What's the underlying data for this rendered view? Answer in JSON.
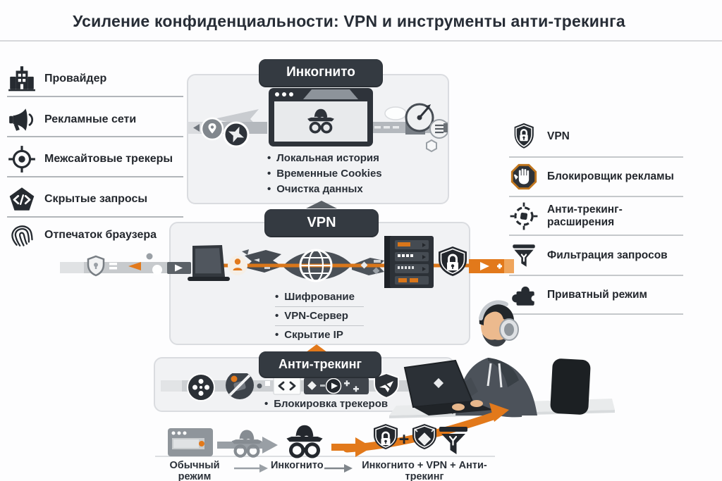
{
  "title": {
    "strong": "Усиление конфиденциальности: VPN",
    "rest": "и инструменты анти-трекинга"
  },
  "glyphs": {
    "bullet": "•"
  },
  "threats": {
    "items": [
      {
        "label": "Провайдер",
        "icon": "building-icon"
      },
      {
        "label": "Рекламные сети",
        "icon": "megaphone-icon"
      },
      {
        "label": "Межсайтовые трекеры",
        "icon": "crosshair-icon"
      },
      {
        "label": "Скрытые запросы",
        "icon": "code-badge-icon"
      },
      {
        "label": "Отпечаток браузера",
        "icon": "fingerprint-icon"
      }
    ]
  },
  "tools": {
    "items": [
      {
        "label": "VPN",
        "icon": "shield-lock-icon"
      },
      {
        "label": "Блокировщик рекламы",
        "icon": "hand-stop-icon"
      },
      {
        "label": "Анти-трекинг-расширения",
        "icon": "target-dashed-icon"
      },
      {
        "label": "Фильтрация запросов",
        "icon": "funnel-icon"
      },
      {
        "label": "Приватный режим",
        "icon": "puzzle-icon"
      }
    ]
  },
  "panels": {
    "incognito": {
      "title": "Инкогнито",
      "bullets": [
        "Локальная история",
        "Временные Cookies",
        "Очистка данных"
      ]
    },
    "vpn": {
      "title": "VPN",
      "bullets": [
        "Шифрование",
        "VPN-Сервер",
        "Скрытие IP"
      ]
    },
    "antitracking": {
      "title": "Анти-трекинг",
      "bullets": [
        "Блокировка трекеров"
      ]
    }
  },
  "progression": {
    "stage1": "Обычный режим",
    "stage2": "Инкогнито",
    "stage3": "Инкогнито + VPN + Анти-трекинг",
    "plus": "+"
  },
  "colors": {
    "accent_orange": "#E2791B",
    "dark": "#2f343b",
    "panel_bg": "#f1f2f4"
  }
}
